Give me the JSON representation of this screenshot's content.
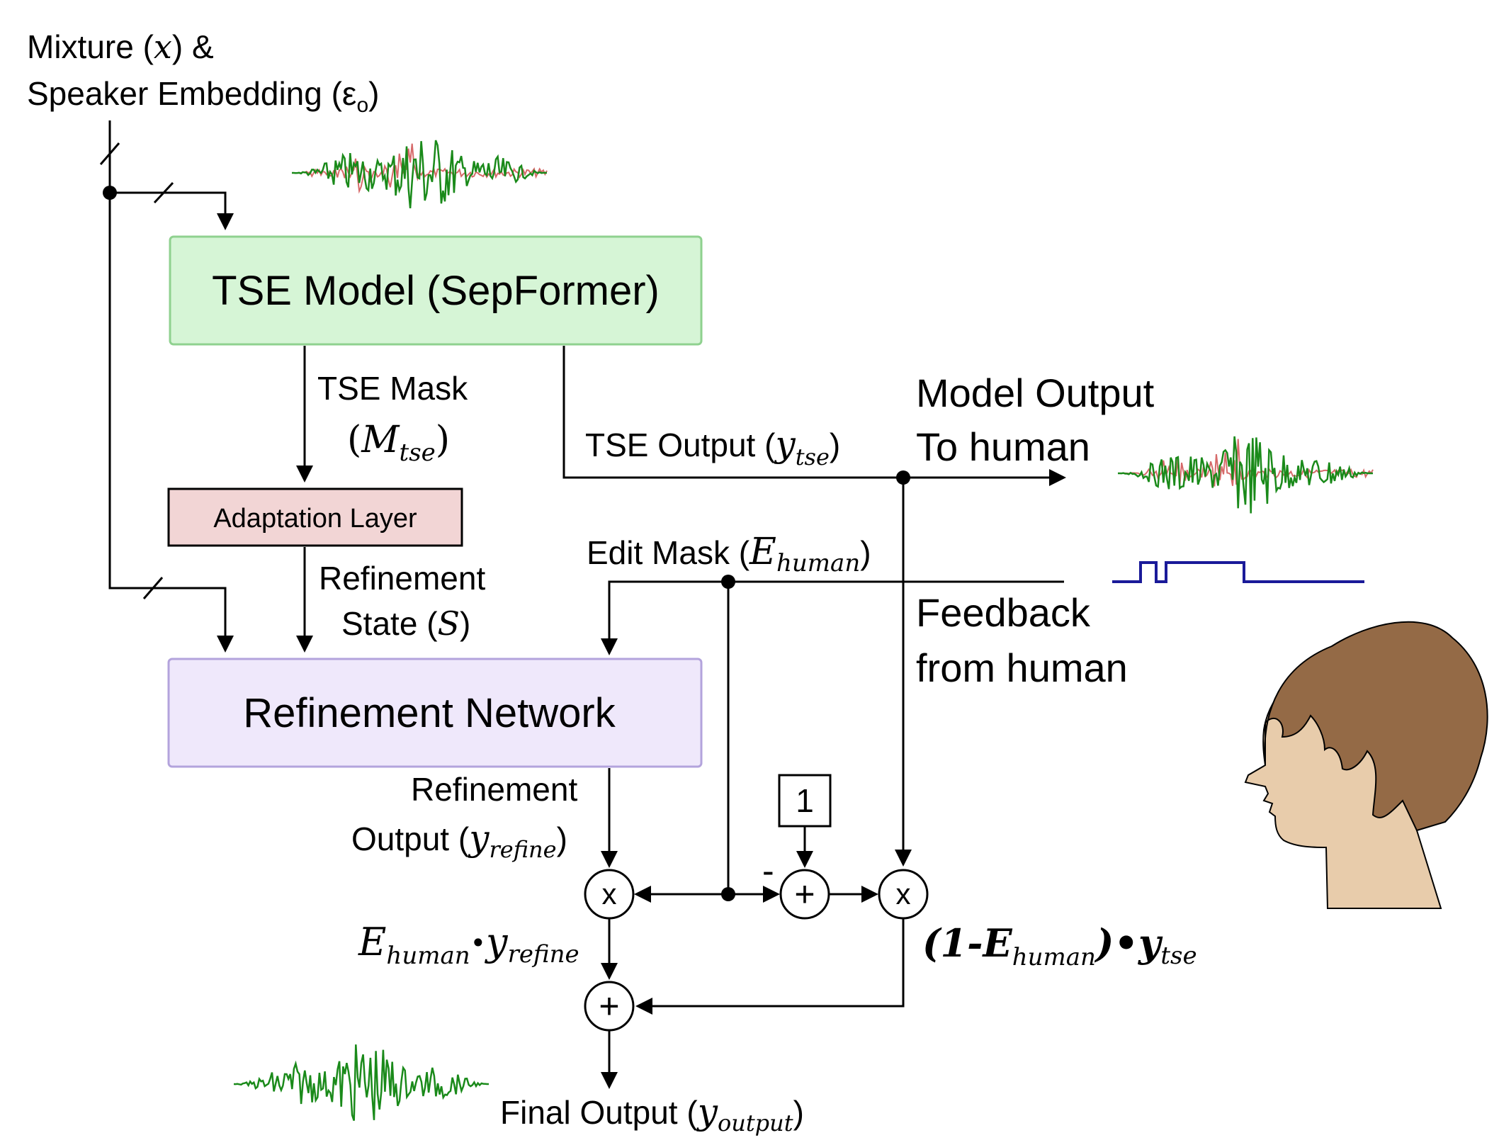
{
  "inputs": {
    "mixture_line": "Mixture (",
    "mixture_var": "x",
    "mixture_suffix": ") &",
    "speaker_line": "Speaker Embedding (ε",
    "speaker_sub": "o",
    "speaker_suffix": ")"
  },
  "blocks": {
    "tse_model": "TSE Model (SepFormer)",
    "adaptation_layer": "Adaptation Layer",
    "refinement_network": "Refinement Network"
  },
  "labels": {
    "tse_mask_line1": "TSE Mask",
    "tse_mask_var": "M",
    "tse_mask_sub": "tse",
    "refinement_state_line1": "Refinement",
    "refinement_state_line2": "State (",
    "refinement_state_var": "S",
    "refinement_state_suffix": ")",
    "tse_output": "TSE Output (",
    "tse_output_var": "y",
    "tse_output_sub": "tse",
    "tse_output_suffix": ")",
    "model_output_line1": "Model Output",
    "model_output_line2": "To human",
    "edit_mask": "Edit Mask (",
    "edit_mask_var": "E",
    "edit_mask_sub": "human",
    "edit_mask_suffix": ")",
    "feedback_line1": "Feedback",
    "feedback_line2": "from human",
    "refinement_output_line1": "Refinement",
    "refinement_output_line2": "Output (",
    "refinement_output_var": "y",
    "refinement_output_sub": "refine",
    "refinement_output_suffix": ")",
    "constant_one": "1",
    "minus_sign": "-",
    "left_product_e": "E",
    "left_product_e_sub": "human",
    "left_product_dot": "•",
    "left_product_y": "y",
    "left_product_y_sub": "refine",
    "right_product_prefix": "(1-E",
    "right_product_sub": "human",
    "right_product_mid": ")•y",
    "right_product_sub2": "tse",
    "final_output": "Final Output (",
    "final_output_var": "y",
    "final_output_sub": "output",
    "final_output_suffix": ")"
  },
  "operators": {
    "multiply": "x",
    "add": "+"
  },
  "colors": {
    "tse_fill": "#d6f5d6",
    "tse_border": "#8fd18f",
    "adapt_fill": "#f2d5d5",
    "refine_fill": "#efe8fb",
    "refine_border": "#b3a3dc",
    "wave_target": "#1a8a1a",
    "wave_interference": "#d66a6a",
    "edit_signal": "#1a1a99",
    "skin": "#e8ccab",
    "hair": "#946a46"
  },
  "icons": {
    "waveform": "waveform-icon",
    "head": "human-head-icon"
  }
}
